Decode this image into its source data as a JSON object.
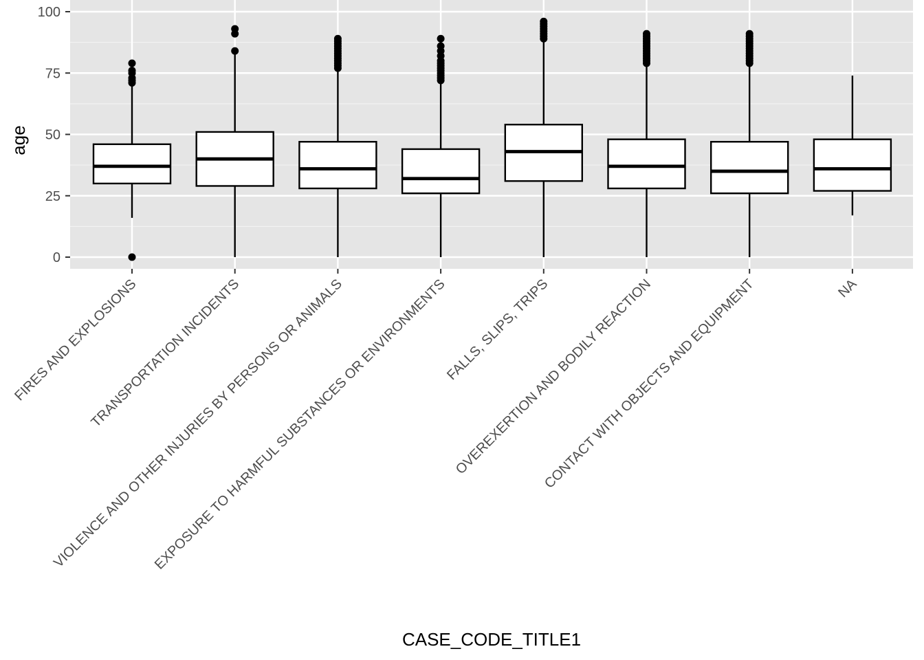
{
  "chart_data": {
    "type": "boxplot",
    "xlabel": "CASE_CODE_TITLE1",
    "ylabel": "age",
    "ylim": [
      -4,
      100
    ],
    "yticks": [
      0,
      25,
      50,
      75,
      100
    ],
    "ytick_labels": [
      "0",
      "25",
      "50",
      "75",
      "100"
    ],
    "grid": true,
    "categories": [
      "FIRES AND EXPLOSIONS",
      "TRANSPORTATION INCIDENTS",
      "VIOLENCE AND OTHER INJURIES BY PERSONS OR ANIMALS",
      "EXPOSURE TO HARMFUL SUBSTANCES OR ENVIRONMENTS",
      "FALLS, SLIPS, TRIPS",
      "OVEREXERTION AND BODILY REACTION",
      "CONTACT WITH OBJECTS AND EQUIPMENT",
      "NA"
    ],
    "boxes": [
      {
        "whisker_low": 16,
        "q1": 30,
        "median": 37,
        "q3": 46,
        "whisker_high": 70,
        "outliers": [
          0,
          71,
          72,
          73,
          75,
          76,
          79
        ]
      },
      {
        "whisker_low": 0,
        "q1": 29,
        "median": 40,
        "q3": 51,
        "whisker_high": 84,
        "outliers": [
          84,
          91,
          93
        ]
      },
      {
        "whisker_low": 0,
        "q1": 28,
        "median": 36,
        "q3": 47,
        "whisker_high": 76,
        "outliers": [
          77,
          78,
          79,
          80,
          81,
          82,
          83,
          84,
          85,
          86,
          87,
          88,
          89
        ]
      },
      {
        "whisker_low": 0,
        "q1": 26,
        "median": 32,
        "q3": 44,
        "whisker_high": 72,
        "outliers": [
          72,
          73,
          74,
          75,
          76,
          77,
          78,
          79,
          80,
          82,
          84,
          86,
          89
        ]
      },
      {
        "whisker_low": 0,
        "q1": 31,
        "median": 43,
        "q3": 54,
        "whisker_high": 89,
        "outliers": [
          89,
          90,
          91,
          92,
          93,
          94,
          95,
          96
        ]
      },
      {
        "whisker_low": 0,
        "q1": 28,
        "median": 37,
        "q3": 48,
        "whisker_high": 79,
        "outliers": [
          79,
          80,
          81,
          82,
          83,
          84,
          85,
          86,
          87,
          88,
          89,
          90,
          91
        ]
      },
      {
        "whisker_low": 0,
        "q1": 26,
        "median": 35,
        "q3": 47,
        "whisker_high": 79,
        "outliers": [
          79,
          80,
          81,
          82,
          83,
          84,
          85,
          86,
          87,
          88,
          89,
          90,
          91
        ]
      },
      {
        "whisker_low": 17,
        "q1": 27,
        "median": 36,
        "q3": 48,
        "whisker_high": 74,
        "outliers": []
      }
    ]
  }
}
